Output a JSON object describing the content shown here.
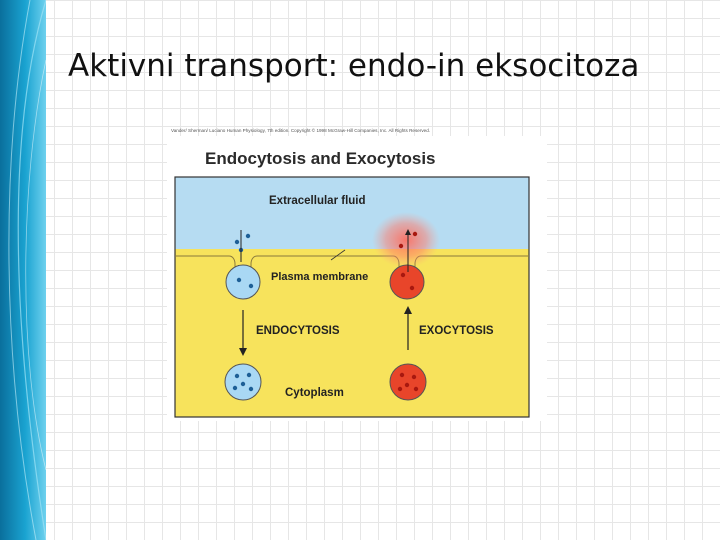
{
  "slide": {
    "title": "Aktivni transport: endo-in eksocitoza"
  },
  "figure": {
    "credit": "Vander/ Sherman/ Luciano Human Physiology, 7th edition. Copyright © 1998 McGraw-Hill Companies, Inc. All Rights Reserved.",
    "title": "Endocytosis and Exocytosis",
    "labels": {
      "extracellular": "Extracellular fluid",
      "membrane": "Plasma membrane",
      "endocytosis": "ENDOCYTOSIS",
      "exocytosis": "EXOCYTOSIS",
      "cytoplasm": "Cytoplasm"
    },
    "colors": {
      "extracellular": "#b6dcf2",
      "cytoplasm": "#f7e35c",
      "endo_vesicle": "#a9d8f4",
      "exo_vesicle": "#e8452a",
      "particles_blue": "#1d5f96",
      "particles_red": "#a8180f",
      "release_glow": "#ff6a5a"
    }
  }
}
